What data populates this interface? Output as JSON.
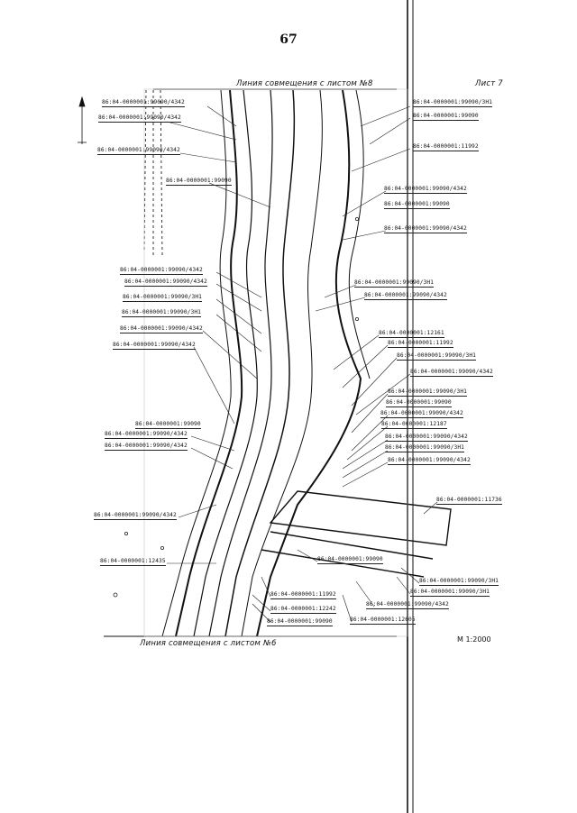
{
  "page_number": "67",
  "header": {
    "top_line": "Линия совмещения с листом №8",
    "sheet": "Лист 7",
    "bottom_line": "Линия совмещения с листом №6",
    "scale": "М 1:2000"
  },
  "parcel_labels": [
    "86:04-0000001:99090/4342",
    "86:04-0000001:99090/4342",
    "86:04-0000001:99090/4342",
    "86:04-0000001:99090",
    "86:04-0000001:99090/3Н1",
    "86:04-0000001:99090",
    "86:04-0000001:11992",
    "86:04-0000001:99090/4342",
    "86:04-0000001:99090",
    "86:04-0000001:99090/4342",
    "86:04-0000001:99090/4342",
    "86:04-0000001:99090/4342",
    "86:04-0000001:99090/3Н1",
    "86:04-0000001:99090/3Н1",
    "86:04-0000001:99090/4342",
    "86:04-0000001:99090/4342",
    "86:04-0000001:99090/3Н1",
    "86:04-0000001:99090/4342",
    "86:04-0000001:12161",
    "86:04-0000001:11992",
    "86:04-0000001:99090/3Н1",
    "86:04-0000001:99090/4342",
    "86:04-0000001:99090/3Н1",
    "86:04-0000001:99090",
    "86:04-0000001:99090/4342",
    "86:04-0000001:99090",
    "86:04-0000001:12187",
    "86:04-0000001:99090/4342",
    "86:04-0000001:99090/3Н1",
    "86:04-0000001:99090/4342",
    "86:04-0000001:99090/4342",
    "86:04-0000001:99090/4342",
    "86:04-0000001:11736",
    "86:04-0000001:99090/4342",
    "86:04-0000001:12435",
    "86:04-0000001:99090",
    "86:04-0000001:99090/3Н1",
    "86:04-0000001:99090/3Н1",
    "86:04-0000001:11992",
    "86:04-0000001:12242",
    "86:04-0000001:99090/4342",
    "86:04-0000001:99090",
    "86:04-0000001:12605"
  ]
}
